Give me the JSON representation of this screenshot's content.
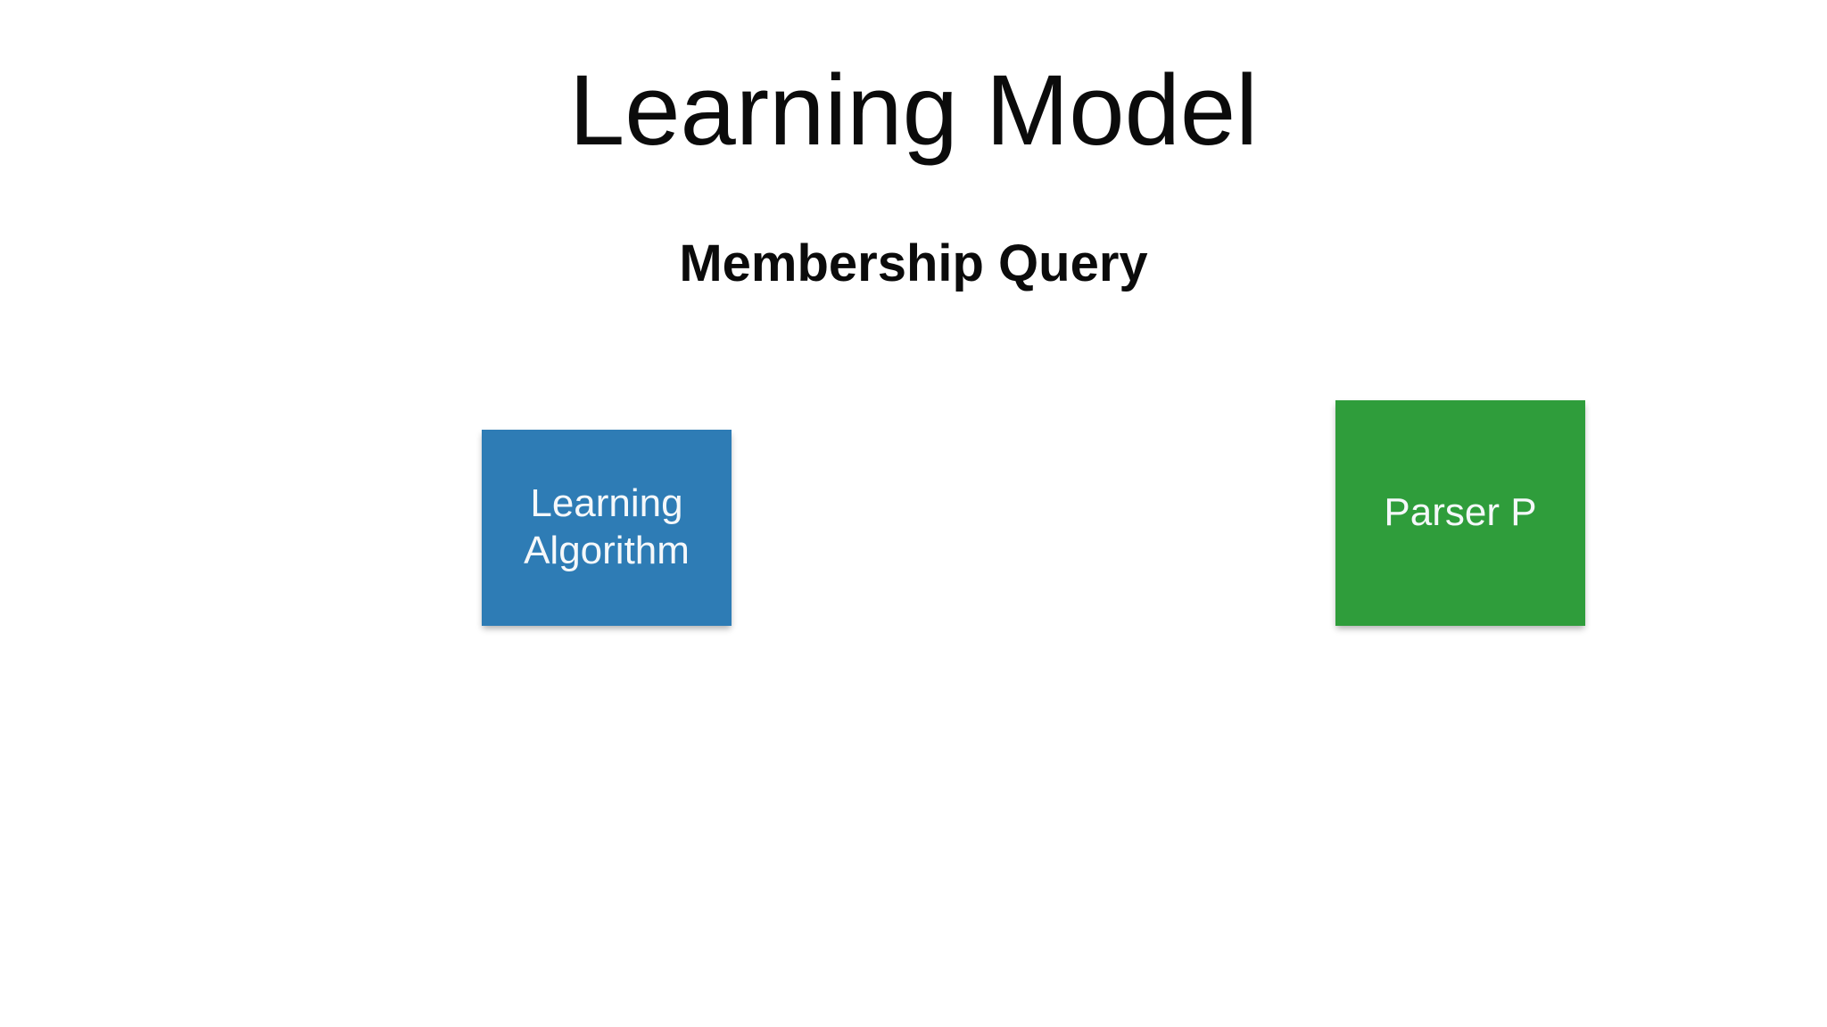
{
  "slide": {
    "title": "Learning Model",
    "subtitle": "Membership Query",
    "colors": {
      "background": "#ffffff",
      "title_text": "#0b0b0b",
      "subtitle_text": "#0b0b0b",
      "learning_algorithm_box": "#2e7cb5",
      "parser_box": "#2f9d3b",
      "box_text": "#f5f8fa"
    },
    "boxes": {
      "learning_algorithm": {
        "line1": "Learning",
        "line2": "Algorithm"
      },
      "parser": {
        "label": "Parser P"
      }
    }
  }
}
